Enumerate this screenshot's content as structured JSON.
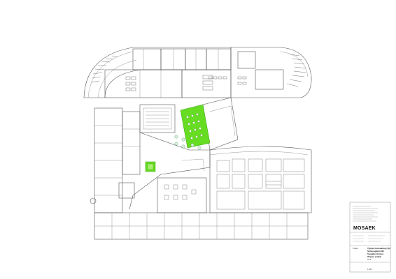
{
  "drawing": {
    "highlight_color": "#66dd22",
    "line_color": "#555555"
  },
  "title_block": {
    "logo": "MOSAEK",
    "fields": [
      {
        "label": "Project",
        "value": "Tytöjen hutovatlog (Tu)"
      },
      {
        "label": "",
        "value": "Scheyogdem NS"
      },
      {
        "label": "",
        "value": "Teegahe Honyer"
      },
      {
        "label": "",
        "value": "Ohjeen pohjat"
      },
      {
        "label": "",
        "value": "Ak-4"
      }
    ],
    "scale": "1:200"
  }
}
